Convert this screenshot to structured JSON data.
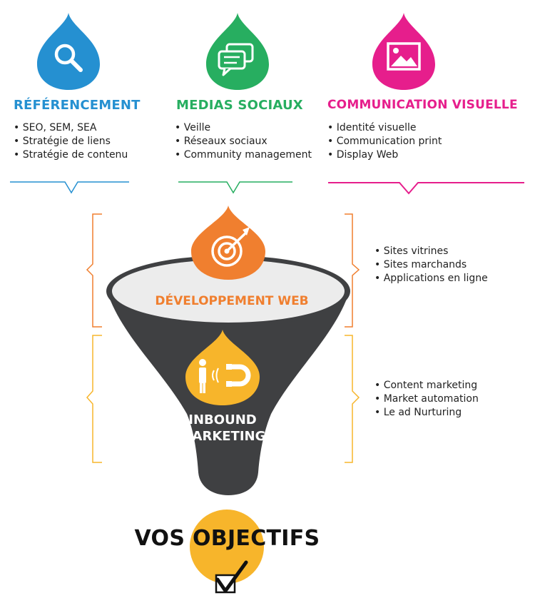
{
  "colors": {
    "blue": "#2590d1",
    "green": "#27ae60",
    "pink": "#e61e8c",
    "orange": "#f07f2f",
    "yellow": "#f7b52b",
    "funnel": "#3f4042"
  },
  "columns": [
    {
      "title": "RÉFÉRENCEMENT",
      "icon": "search-icon",
      "items": [
        "SEO, SEM, SEA",
        "Stratégie de liens",
        "Stratégie de contenu"
      ]
    },
    {
      "title": "MEDIAS SOCIAUX",
      "icon": "chat-bubbles-icon",
      "items": [
        "Veille",
        "Réseaux sociaux",
        "Community management"
      ]
    },
    {
      "title": "COMMUNICATION VISUELLE",
      "icon": "image-icon",
      "items": [
        "Identité visuelle",
        "Communication print",
        "Display Web"
      ]
    }
  ],
  "funnel": {
    "top_label": "DÉVELOPPEMENT WEB",
    "top_icon": "target-icon",
    "top_items": [
      "Sites vitrines",
      "Sites marchands",
      "Applications en ligne"
    ],
    "bottom_label_line1": "INBOUND",
    "bottom_label_line2": "MARKETING",
    "bottom_icon": "magnet-person-icon",
    "bottom_items": [
      "Content marketing",
      "Market automation",
      "Le ad Nurturing"
    ]
  },
  "objectives": {
    "label": "VOS OBJECTIFS",
    "icon": "checkbox-checked-icon"
  }
}
